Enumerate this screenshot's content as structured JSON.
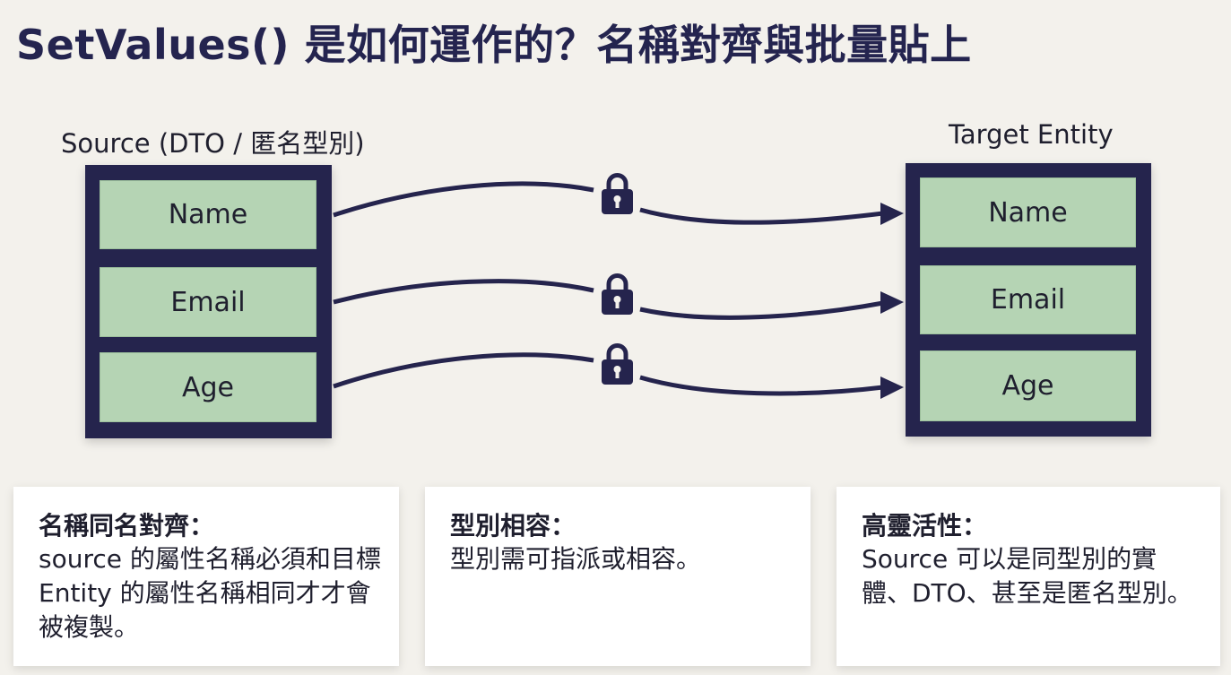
{
  "title": "SetValues() 是如何運作的？名稱對齊與批量貼上",
  "source": {
    "label": "Source (DTO / 匿名型別)",
    "fields": [
      "Name",
      "Email",
      "Age"
    ]
  },
  "target": {
    "label": "Target Entity",
    "fields": [
      "Name",
      "Email",
      "Age"
    ]
  },
  "connector_icon": "lock-icon",
  "colors": {
    "panel": "#25244d",
    "field": "#b5d4b4",
    "title": "#24244f",
    "background": "#f3f1ec"
  },
  "cards": [
    {
      "heading": "名稱同名對齊：",
      "body": "source 的屬性名稱必須和目標 Entity 的屬性名稱相同才才會被複製。"
    },
    {
      "heading": "型別相容：",
      "body": "型別需可指派或相容。"
    },
    {
      "heading": "高靈活性：",
      "body": "Source 可以是同型別的實體、DTO、甚至是匿名型別。"
    }
  ]
}
